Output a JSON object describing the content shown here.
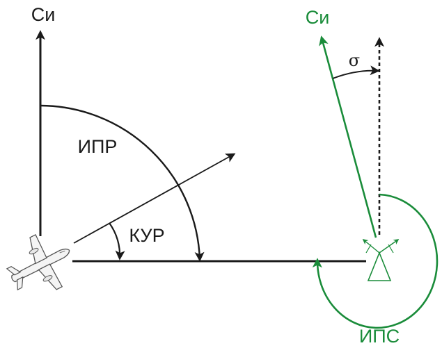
{
  "labels": {
    "north_left": "Си",
    "north_right": "Си",
    "ipr": "ИПР",
    "kur": "КУР",
    "ips": "ИПС",
    "sigma": "σ"
  },
  "colors": {
    "black": "#1a1a1a",
    "green": "#1a8c3a"
  },
  "icons": {
    "aircraft": "airplane-icon",
    "beacon": "radio-beacon-icon"
  }
}
